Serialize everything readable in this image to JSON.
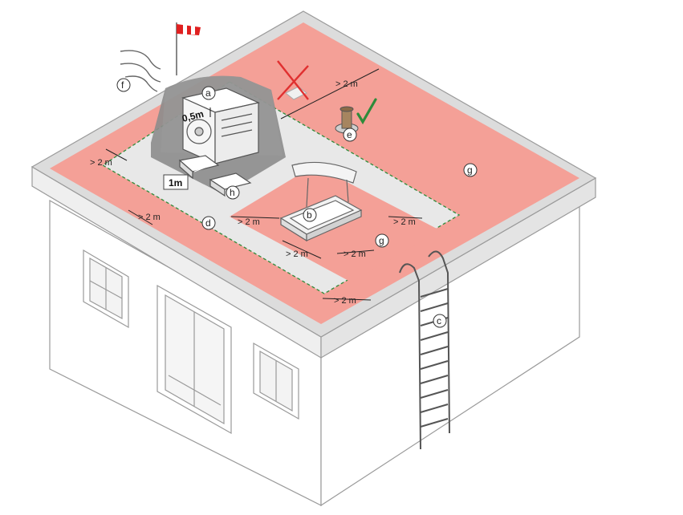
{
  "dimensions": {
    "top_edge": "> 2 m",
    "left_edge": "> 2 m",
    "inner_left": "> 2 m",
    "hatch_left": "> 2 m",
    "hatch_bottom": "> 2 m",
    "hatch_bottom_right": "> 2 m",
    "hatch_right": "> 2 m",
    "front_edge": "> 2 m"
  },
  "unit_labels": {
    "clearance_top": "0,5m",
    "clearance_front": "1m"
  },
  "markers": {
    "a": "a",
    "b": "b",
    "c": "c",
    "d": "d",
    "e": "e",
    "f": "f",
    "g_main": "g",
    "g_inner": "g",
    "h": "h"
  },
  "colors": {
    "danger_zone": "#f4a097",
    "safe_zone": "#e8e8e8",
    "unit_zone": "#8c8c8c",
    "boundary_dash": "#2e8b3a",
    "checkmark": "#2e8b3a",
    "cross": "#e03030",
    "windsock": "#e02020",
    "outline": "#9a9a9a"
  },
  "icons": [
    "windsock-icon",
    "wind-icon",
    "checkmark-icon",
    "cross-icon",
    "vent-icon"
  ]
}
